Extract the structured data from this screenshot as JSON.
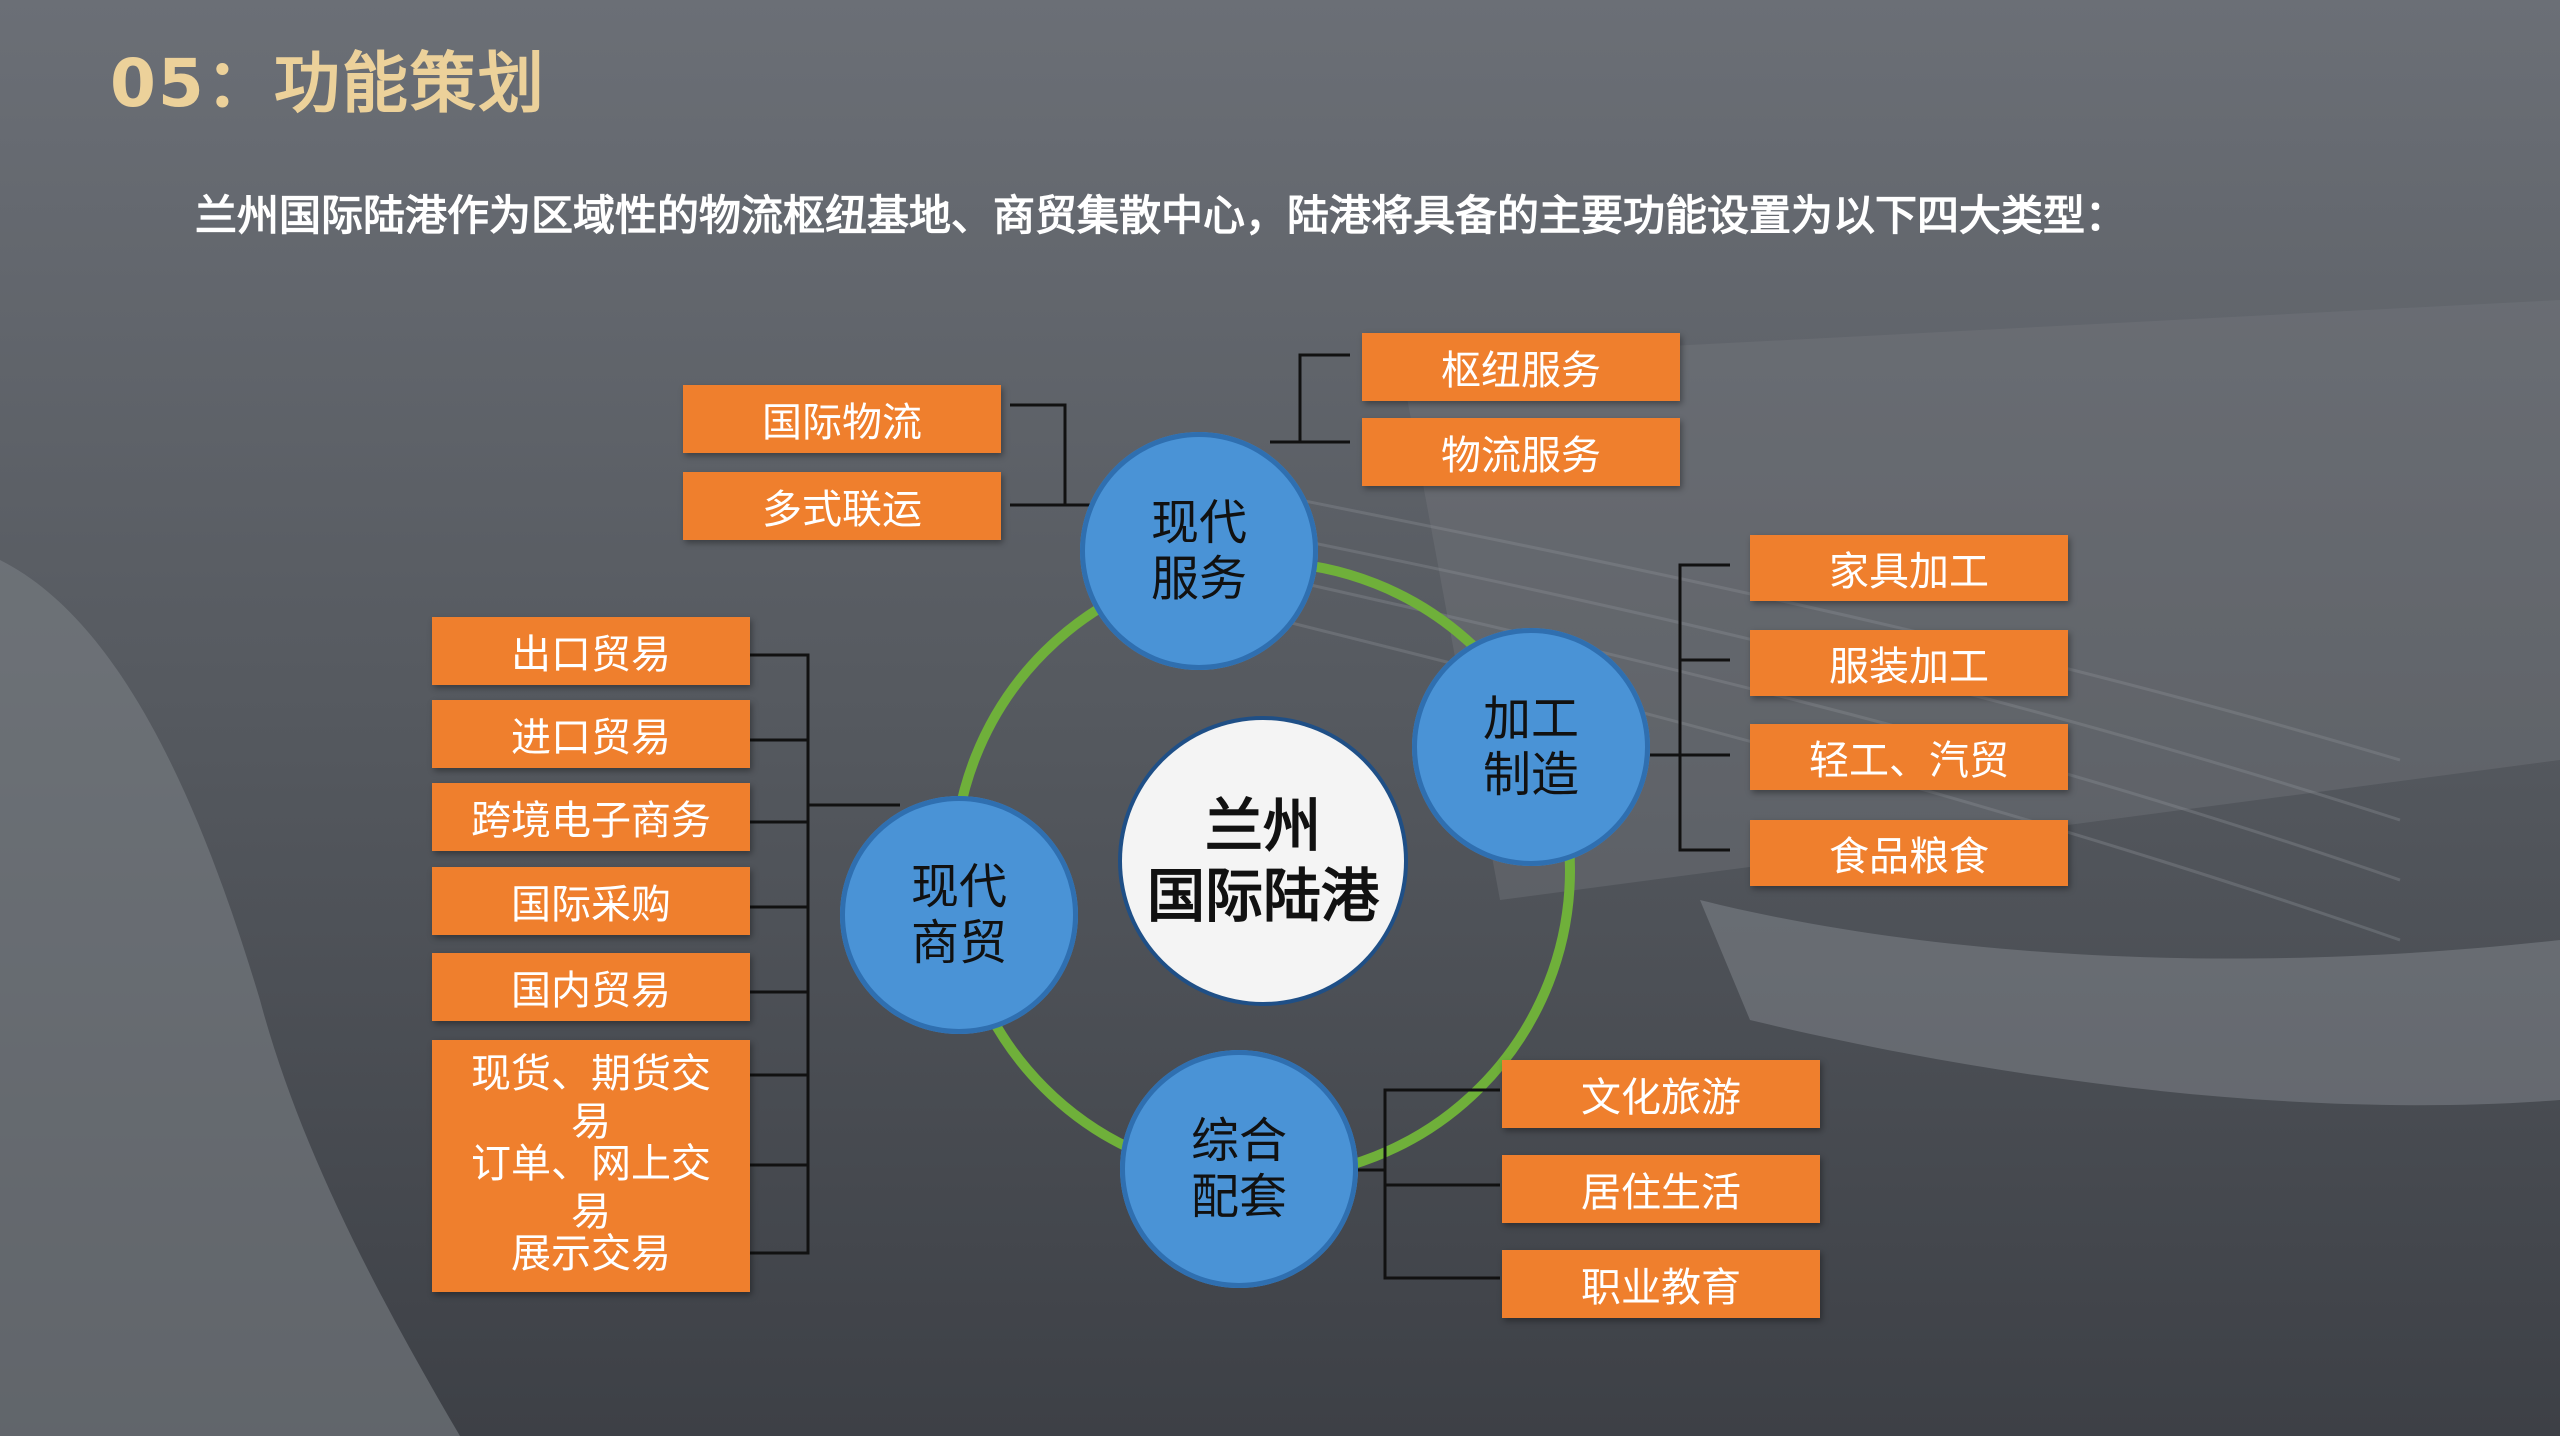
{
  "title": "05：功能策划",
  "subtitle": "兰州国际陆港作为区域性的物流枢纽基地、商贸集散中心，陆港将具备的主要功能设置为以下四大类型：",
  "center": {
    "line1": "兰州",
    "line2": "国际陆港"
  },
  "hubs": {
    "service": {
      "line1": "现代",
      "line2": "服务"
    },
    "processing": {
      "line1": "加工",
      "line2": "制造"
    },
    "trade": {
      "line1": "现代",
      "line2": "商贸"
    },
    "support": {
      "line1": "综合",
      "line2": "配套"
    }
  },
  "service_left": [
    "国际物流",
    "多式联运"
  ],
  "service_right": [
    "枢纽服务",
    "物流服务"
  ],
  "processing_items": [
    "家具加工",
    "服装加工",
    "轻工、汽贸",
    "食品粮食"
  ],
  "trade_items": [
    "出口贸易",
    "进口贸易",
    "跨境电子商务",
    "国际采购",
    "国内贸易"
  ],
  "trade_stack": [
    "现货、期货交易",
    "订单、网上交易",
    "展示交易"
  ],
  "support_items": [
    "文化旅游",
    "居住生活",
    "职业教育"
  ],
  "colors": {
    "box": "#ef7f2d",
    "hub": "#4a93d6",
    "ring": "#6fb03a",
    "title": "#ecd19a"
  }
}
